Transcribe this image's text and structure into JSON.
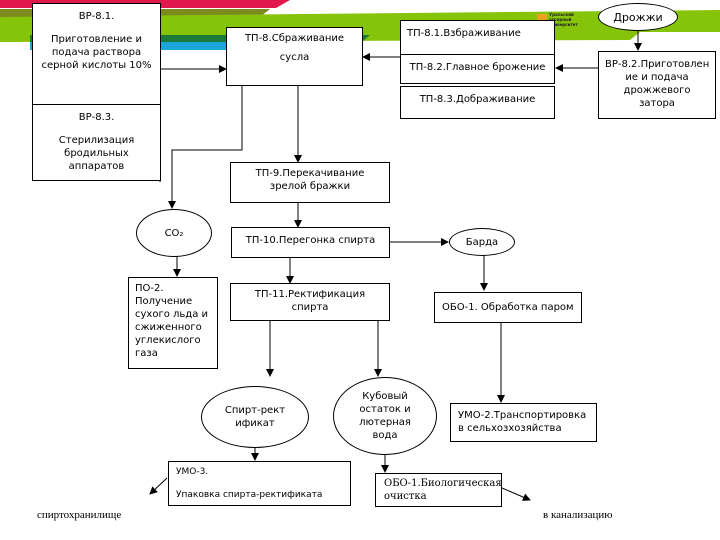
{
  "banner": {
    "stripe_colors": {
      "red": "#e0184b",
      "olive": "#7d8a1e",
      "green": "#86c40a",
      "darkgreen": "#1c7a3c",
      "blue": "#1aa6d8"
    },
    "logo": {
      "title": "Уральский аграрный университет",
      "subtitle": "...",
      "accent_color": "#f0a020"
    }
  },
  "nodes": {
    "vr81": {
      "code": "ВР-8.1.",
      "text": "Приготовление и подача раствора серной кислоты 10%"
    },
    "vr83": {
      "code": "ВР-8.3.",
      "text": "Стерилизация бродильных аппаратов"
    },
    "tp8": {
      "line1": "ТП-8.Сбраживание",
      "line2": "сусла"
    },
    "tp81": {
      "text": "ТП-8.1.Взбраживание"
    },
    "tp82": {
      "text": "ТП-8.2.Главное брожение"
    },
    "tp83": {
      "text": "ТП-8.3.Дображивание"
    },
    "drozhzhi": {
      "text": "Дрожжи"
    },
    "vr82": {
      "text": "ВР-8.2.Приготовлен ие и подача дрожжевого затора"
    },
    "tp9": {
      "text": "ТП-9.Перекачивание зрелой бражки"
    },
    "co2": {
      "text": "CO₂"
    },
    "tp10": {
      "text": "ТП-10.Перегонка спирта"
    },
    "barda": {
      "text": "Барда"
    },
    "po2": {
      "text": "ПО-2. Получение сухого льда и сжиженного углекислого газа"
    },
    "tp11": {
      "text": "ТП-11.Ректификация спирта"
    },
    "obo1_steam": {
      "text": "ОБО-1. Обработка паром"
    },
    "spirit": {
      "text": "Спирт-рект ификат"
    },
    "kubovy": {
      "text": "Кубовый остаток и лютерная вода"
    },
    "umo2": {
      "text": "УМО-2.Транспортировка в сельхозхозяйства"
    },
    "umo3": {
      "code": "УМО-3.",
      "text": "Упаковка спирта-ректификата"
    },
    "obo1_bio": {
      "text": "ОБО-1.Биологическая очистка"
    }
  },
  "labels": {
    "storage": "спиртохранилище",
    "sewer": "в канализацию"
  }
}
